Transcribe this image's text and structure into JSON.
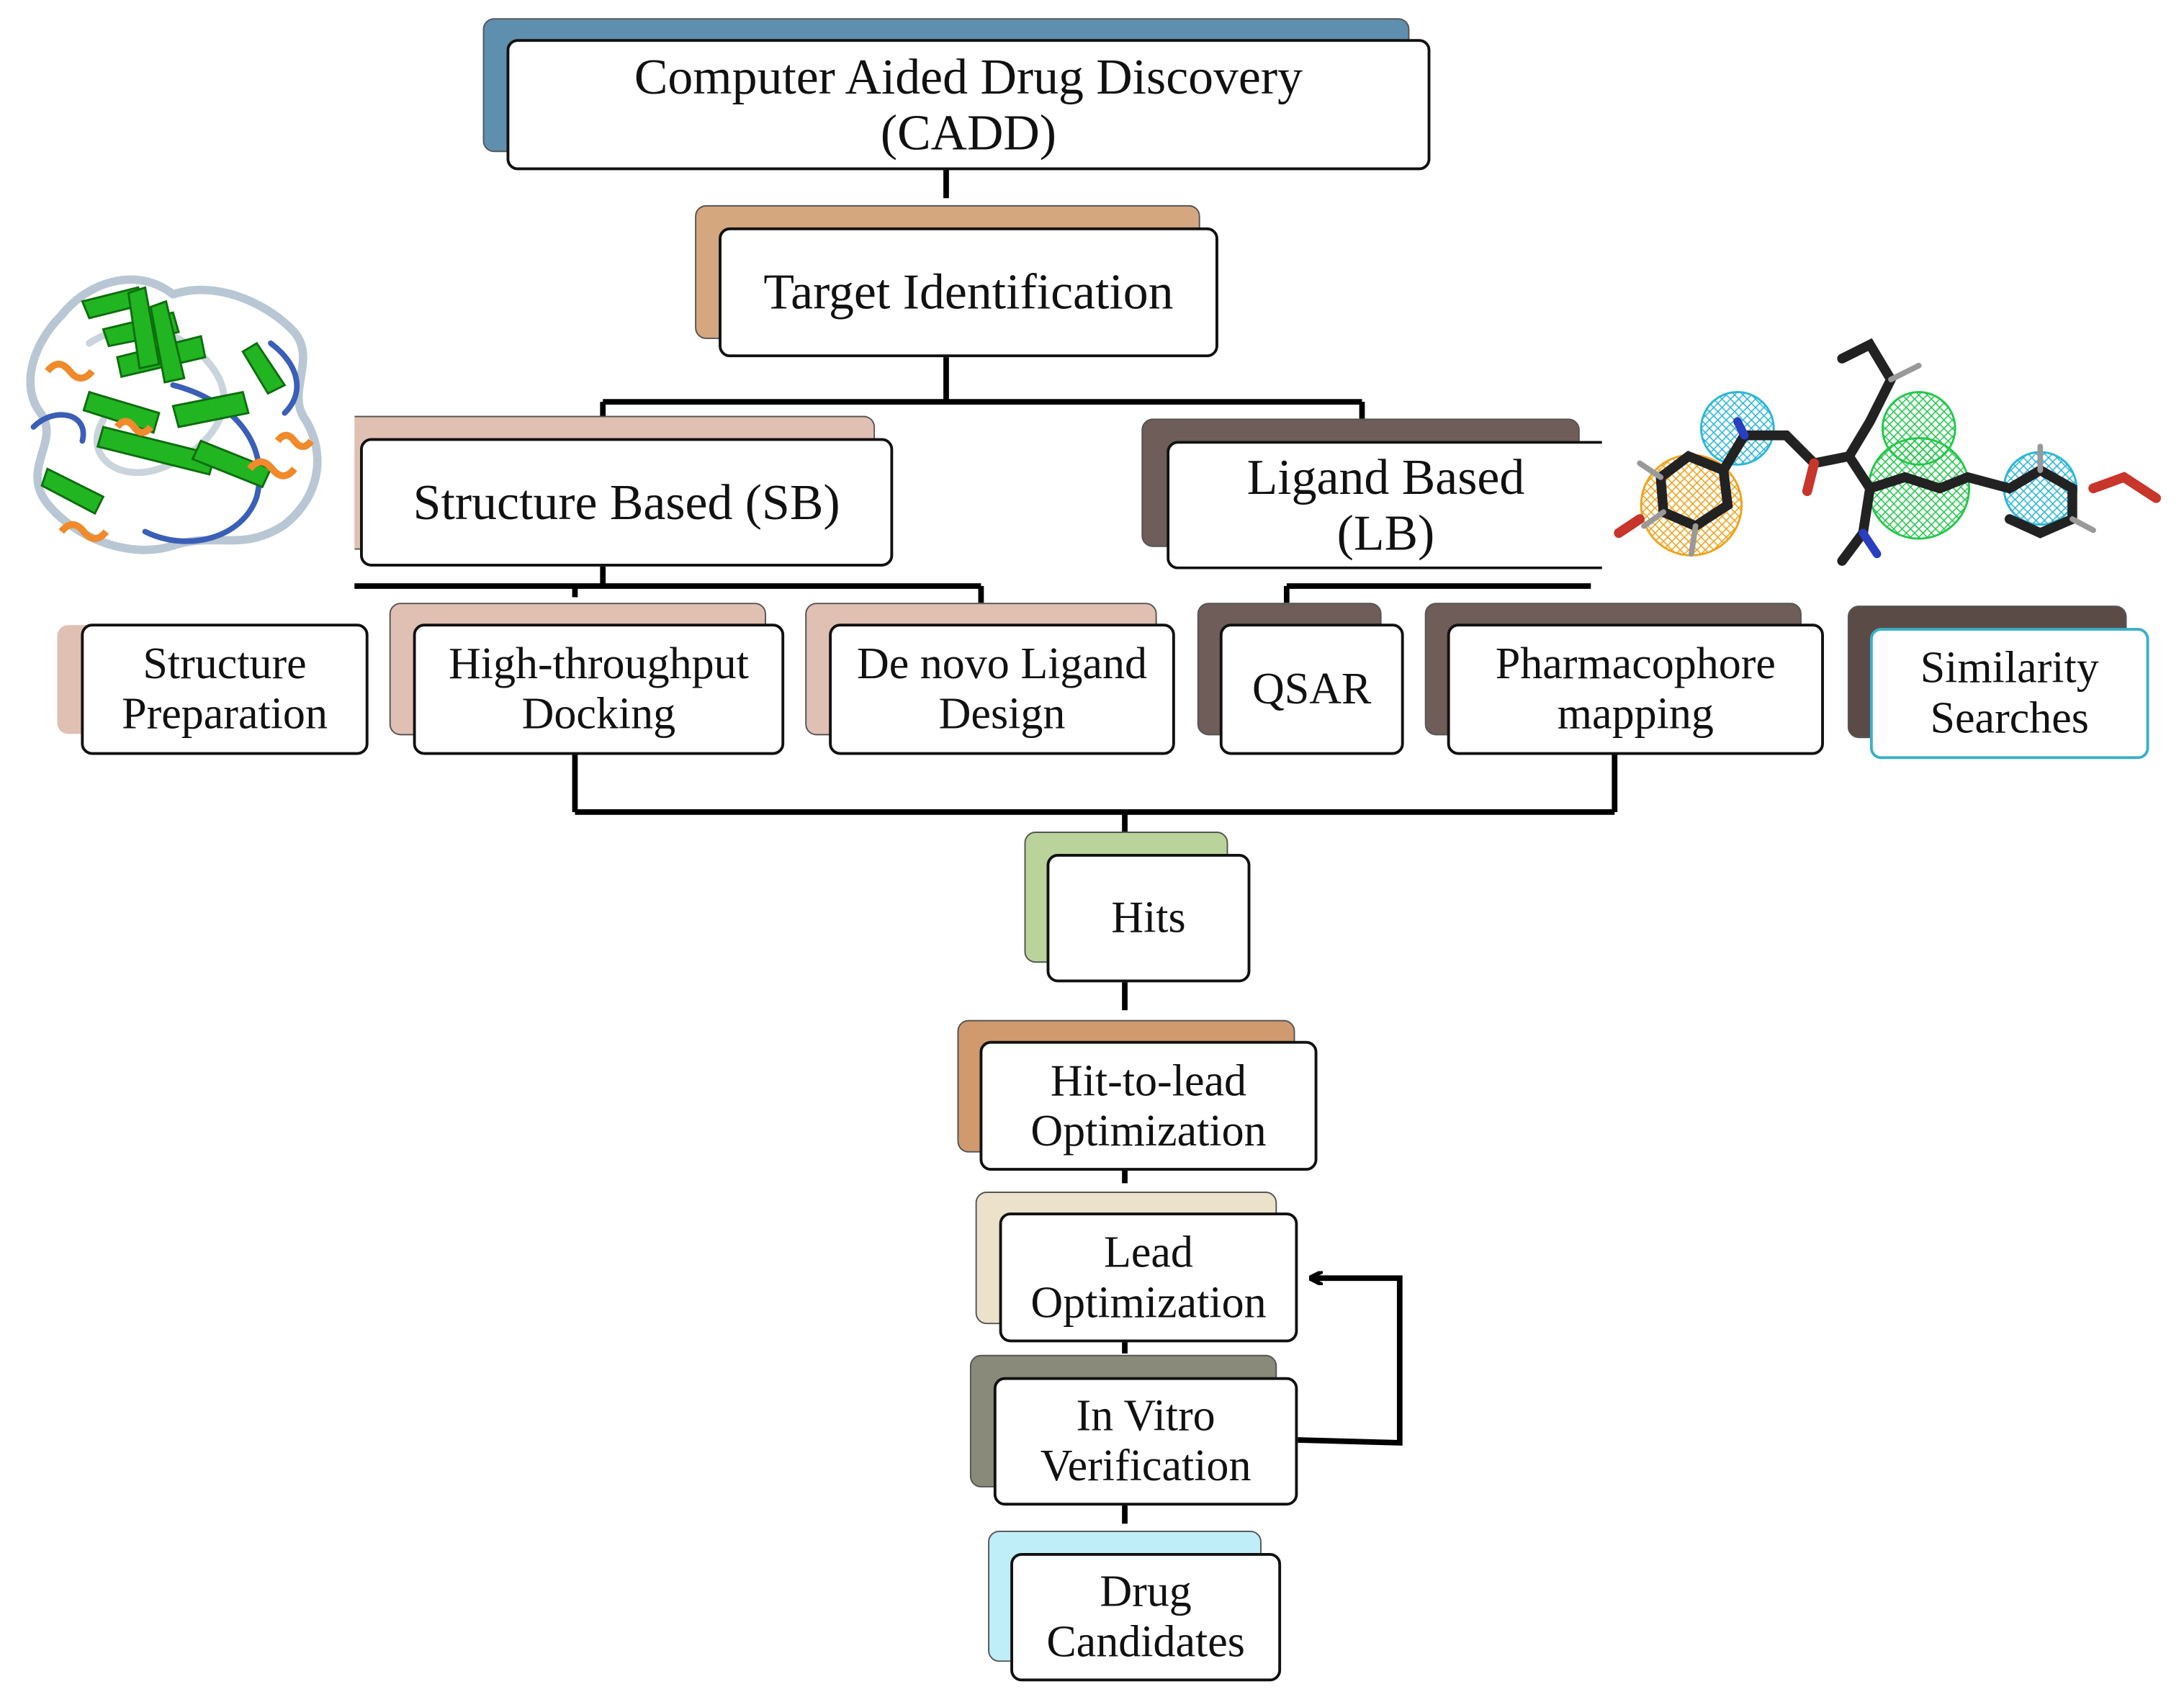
{
  "diagram": {
    "nodes": {
      "cadd": {
        "line1": "Computer Aided Drug Discovery",
        "line2": "(CADD)",
        "shadow_color": "#5f8fae"
      },
      "target": {
        "label": "Target Identification",
        "shadow_color": "#d4a77e"
      },
      "sb": {
        "label": "Structure Based (SB)",
        "shadow_color": "#e0c0b2"
      },
      "lb": {
        "line1": "Ligand Based",
        "line2": "(LB)",
        "shadow_color": "#6e5d58"
      },
      "structure_prep": {
        "line1": "Structure",
        "line2": "Preparation",
        "shadow_color": "#e0c0b2"
      },
      "htp_docking": {
        "line1": "High-throughput",
        "line2": "Docking",
        "shadow_color": "#e0c0b2"
      },
      "de_novo": {
        "line1": "De novo Ligand",
        "line2": "Design",
        "shadow_color": "#e0c0b2"
      },
      "qsar": {
        "label": "QSAR",
        "shadow_color": "#6e5d58"
      },
      "pharmacophore": {
        "line1": "Pharmacophore",
        "line2": "mapping",
        "shadow_color": "#6e5d58"
      },
      "similarity": {
        "line1": "Similarity",
        "line2": "Searches",
        "shadow_color": "#5a4b47",
        "border_color": "#3ab0c8"
      },
      "hits": {
        "label": "Hits",
        "shadow_color": "#b9d39a"
      },
      "hit_to_lead": {
        "line1": "Hit-to-lead",
        "line2": "Optimization",
        "shadow_color": "#d09a6e"
      },
      "lead_opt": {
        "line1": "Lead",
        "line2": "Optimization",
        "shadow_color": "#ece2cc"
      },
      "in_vitro": {
        "line1": "In Vitro",
        "line2": "Verification",
        "shadow_color": "#8a8a7a"
      },
      "drug_candidates": {
        "line1": "Drug",
        "line2": "Candidates",
        "shadow_color": "#bfeef8"
      }
    },
    "images": {
      "protein": "protein-ribbon-structure",
      "ligand": "ligand-pharmacophore-model"
    }
  }
}
